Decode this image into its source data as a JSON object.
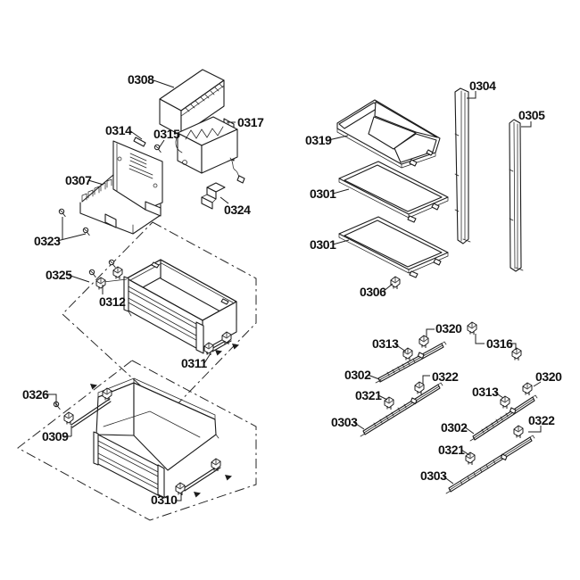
{
  "figure": {
    "kind": "exploded-parts-diagram",
    "background_color": "#ffffff",
    "line_color": "#1c1c1c",
    "label_color": "#101010"
  },
  "callouts": [
    {
      "text": "0308"
    },
    {
      "text": "0317"
    },
    {
      "text": "0314"
    },
    {
      "text": "0315"
    },
    {
      "text": "0307"
    },
    {
      "text": "0324"
    },
    {
      "text": "0323"
    },
    {
      "text": "0325"
    },
    {
      "text": "0312"
    },
    {
      "text": "0311"
    },
    {
      "text": "0326"
    },
    {
      "text": "0309"
    },
    {
      "text": "0310"
    },
    {
      "text": "0319"
    },
    {
      "text": "0304"
    },
    {
      "text": "0305"
    },
    {
      "text": "0301"
    },
    {
      "text": "0301"
    },
    {
      "text": "0306"
    },
    {
      "text": "0313"
    },
    {
      "text": "0320"
    },
    {
      "text": "0316"
    },
    {
      "text": "0302"
    },
    {
      "text": "0322"
    },
    {
      "text": "0320"
    },
    {
      "text": "0321"
    },
    {
      "text": "0313"
    },
    {
      "text": "0303"
    },
    {
      "text": "0302"
    },
    {
      "text": "0322"
    },
    {
      "text": "0321"
    },
    {
      "text": "0303"
    }
  ]
}
